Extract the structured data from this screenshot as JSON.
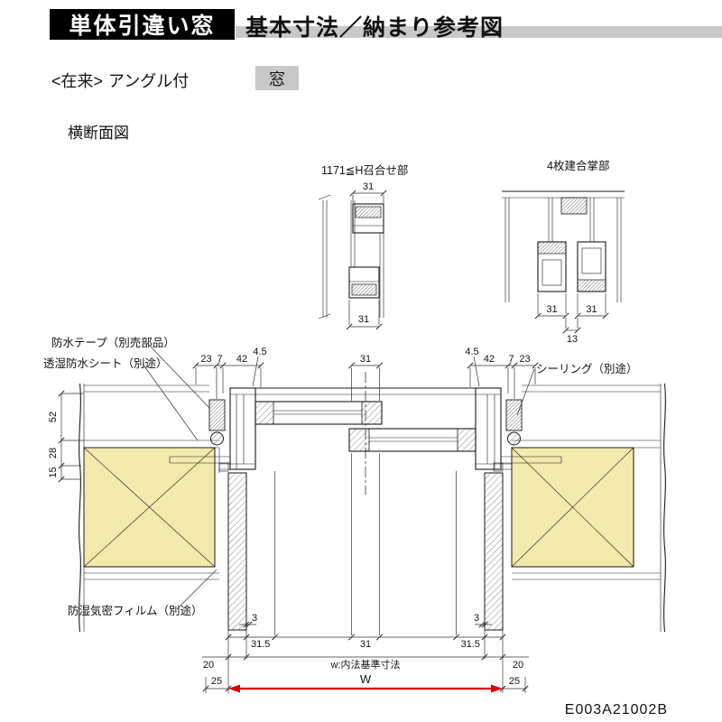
{
  "header": {
    "title_badge": "単体引違い窓",
    "title_text": "基本寸法／納まり参考図",
    "badge_bg": "#000000",
    "bar_color": "#c8c8c8"
  },
  "subheader": {
    "prefix": "<在来>",
    "middle": "アングル付",
    "highlight": "窓",
    "highlight_bg": "#c8c8c8"
  },
  "section": {
    "view_label": "横断面図"
  },
  "details": {
    "meeting": {
      "label": "1171≦H召合せ部",
      "dim_top": "31",
      "dim_bottom": "31"
    },
    "gassho": {
      "label": "4枚建合掌部",
      "dim_left": "31",
      "dim_right": "31",
      "dim_overlap": "13"
    }
  },
  "callouts": {
    "waterproof_tape": "防水テープ（別売部品）",
    "breathable_sheet": "透湿防水シート（別途）",
    "vapor_film": "防湿気密フィルム（別途）",
    "sealing": "シーリング（別途）"
  },
  "dimensions": {
    "top_left_offset": "4.5",
    "top_right_offset": "4.5",
    "left_23": "23",
    "left_7": "7",
    "left_42": "42",
    "center_31": "31",
    "right_42": "42",
    "right_7": "7",
    "right_23": "23",
    "vert_52": "52",
    "vert_28": "28",
    "vert_15": "15",
    "bottom_left_3": "3",
    "bottom_left_315": "31.5",
    "bottom_center_31": "31",
    "bottom_right_3": "3",
    "bottom_right_315": "31.5",
    "bottom_left_20": "20",
    "bottom_right_20": "20",
    "inner_width_label": "w:内法基準寸法",
    "left_25": "25",
    "right_25": "25",
    "width_letter": "W"
  },
  "drawing": {
    "wall_fill": "#f5e8ac",
    "arrow_color": "#dd0000",
    "line_color": "#1a1a1a"
  },
  "footer": {
    "code": "E003A21002B"
  }
}
